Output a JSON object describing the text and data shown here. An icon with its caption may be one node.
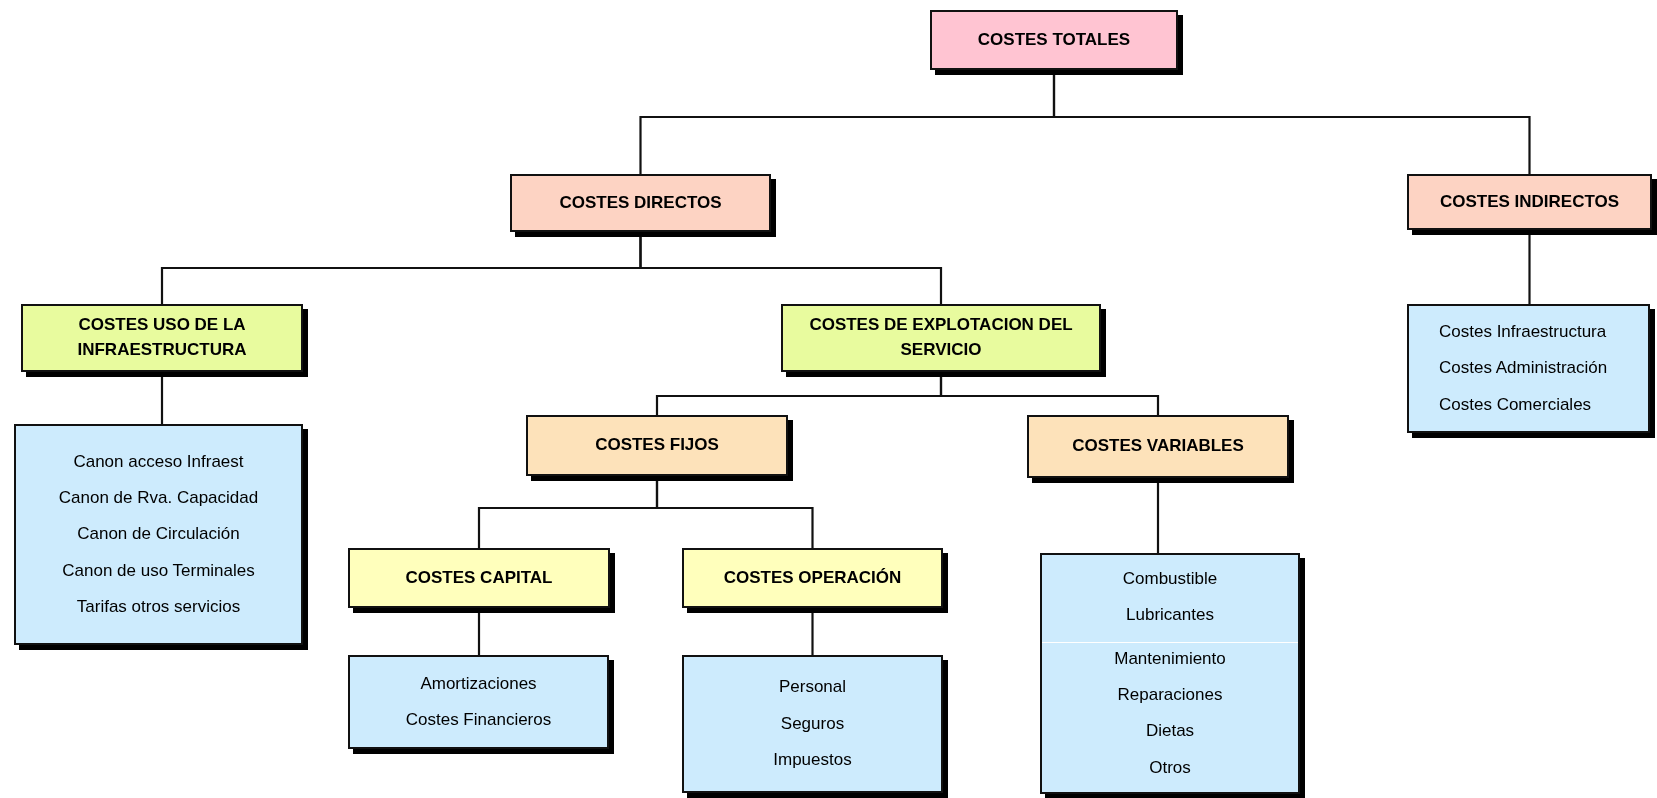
{
  "diagram": {
    "nodes": [
      {
        "text": [
          "COSTES TOTALES"
        ]
      },
      {
        "text": [
          "COSTES DIRECTOS"
        ]
      },
      {
        "text": [
          "COSTES INDIRECTOS"
        ]
      },
      {
        "text": [
          "COSTES USO DE LA INFRAESTRUCTURA"
        ]
      },
      {
        "text": [
          "COSTES DE EXPLOTACION DEL SERVICIO"
        ]
      },
      {
        "text": [
          "Costes Infraestructura",
          "Costes Administración",
          "Costes Comerciales"
        ]
      },
      {
        "text": [
          "Canon acceso Infraest",
          "Canon de Rva. Capacidad",
          "Canon de Circulación",
          "Canon de uso Terminales",
          "Tarifas otros servicios"
        ]
      },
      {
        "text": [
          "COSTES FIJOS"
        ]
      },
      {
        "text": [
          "COSTES VARIABLES"
        ]
      },
      {
        "text": [
          "COSTES CAPITAL"
        ]
      },
      {
        "text": [
          "COSTES OPERACIÓN"
        ]
      },
      {
        "text": [
          "Combustible",
          "Lubricantes",
          "Mantenimiento",
          "Reparaciones",
          "Dietas",
          "Otros"
        ]
      },
      {
        "text": [
          "Amortizaciones",
          "Costes Financieros"
        ]
      },
      {
        "text": [
          "Personal",
          "Seguros",
          "Impuestos"
        ]
      }
    ],
    "edges": [
      {
        "from": 0,
        "to": 1,
        "arrow": "none"
      },
      {
        "from": 0,
        "to": 2,
        "arrow": "none"
      },
      {
        "from": 1,
        "to": 3,
        "arrow": "none"
      },
      {
        "from": 1,
        "to": 4,
        "arrow": "none"
      },
      {
        "from": 2,
        "to": 5,
        "arrow": "none"
      },
      {
        "from": 3,
        "to": 6,
        "arrow": "none"
      },
      {
        "from": 4,
        "to": 7,
        "arrow": "none"
      },
      {
        "from": 4,
        "to": 8,
        "arrow": "none"
      },
      {
        "from": 7,
        "to": 9,
        "arrow": "none"
      },
      {
        "from": 7,
        "to": 10,
        "arrow": "none"
      },
      {
        "from": 8,
        "to": 11,
        "arrow": "none"
      },
      {
        "from": 9,
        "to": 12,
        "arrow": "none"
      },
      {
        "from": 10,
        "to": 13,
        "arrow": "none"
      }
    ]
  }
}
